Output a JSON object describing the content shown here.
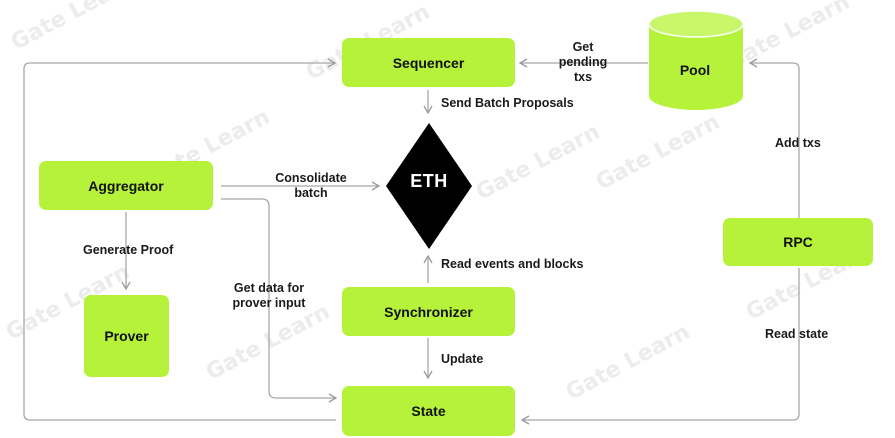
{
  "watermark": "Gate Learn",
  "nodes": {
    "sequencer": "Sequencer",
    "pool": "Pool",
    "aggregator": "Aggregator",
    "eth": "ETH",
    "rpc": "RPC",
    "prover": "Prover",
    "synchronizer": "Synchronizer",
    "state": "State"
  },
  "edges": {
    "get_pending_txs": [
      "Get",
      "pending",
      "txs"
    ],
    "send_batch_proposals": "Send Batch Proposals",
    "consolidate_batch": [
      "Consolidate",
      "batch"
    ],
    "add_txs": "Add txs",
    "generate_proof": "Generate Proof",
    "read_events_and_blocks": "Read events and blocks",
    "get_data_for_prover_input": [
      "Get data for",
      "prover input"
    ],
    "read_state": "Read state",
    "update": "Update"
  },
  "colors": {
    "node_fill": "#b6f23a",
    "eth_fill": "#000000",
    "arrow": "#9a9a9a"
  }
}
